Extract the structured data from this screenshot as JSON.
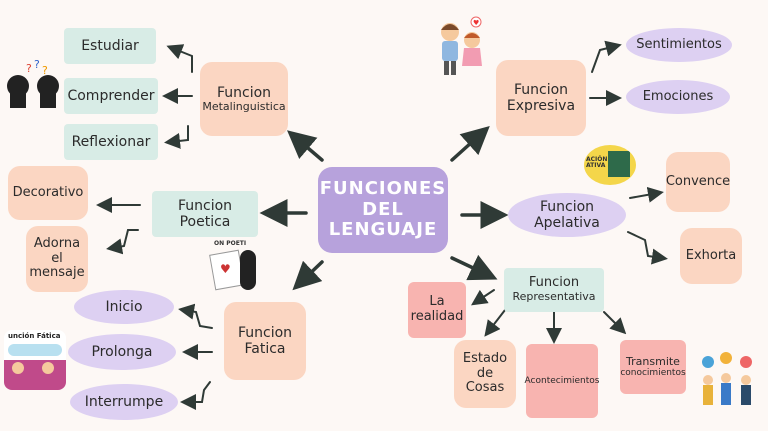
{
  "center": {
    "line1": "FUNCIONES",
    "line2": "DEL",
    "line3": "LENGUAJE"
  },
  "metalinguistica": {
    "title1": "Funcion",
    "title2": "Metalinguistica",
    "items": [
      "Estudiar",
      "Comprender",
      "Reflexionar"
    ]
  },
  "expresiva": {
    "title1": "Funcion",
    "title2": "Expresiva",
    "items": [
      "Sentimientos",
      "Emociones"
    ]
  },
  "apelativa": {
    "title1": "Funcion",
    "title2": "Apelativa",
    "items": [
      "Convence",
      "Exhorta"
    ],
    "image_text": "ACIÓN ATIVA"
  },
  "poetica": {
    "title1": "Funcion",
    "title2": "Poetica",
    "items": [
      "Decorativo"
    ],
    "item2": {
      "l1": "Adorna",
      "l2": "el",
      "l3": "mensaje"
    },
    "image_text": "ON POETI"
  },
  "fatica": {
    "title1": "Funcion",
    "title2": "Fatica",
    "items": [
      "Inicio",
      "Prolonga",
      "Interrumpe"
    ],
    "image_text": "unción Fática"
  },
  "representativa": {
    "title1": "Funcion",
    "title2": "Representativa",
    "item1": {
      "l1": "La",
      "l2": "realidad"
    },
    "item2": {
      "l1": "Estado",
      "l2": "de",
      "l3": "Cosas"
    },
    "item3": "Acontecimientos",
    "item4": {
      "l1": "Transmite",
      "l2": "conocimientos"
    }
  },
  "colors": {
    "mint": "#d8ece6",
    "peach": "#fbd6c2",
    "salmon": "#f8b4b0",
    "lavender": "#ddd0f2",
    "center": "#b7a2dc",
    "arrow": "#2f3a36"
  }
}
